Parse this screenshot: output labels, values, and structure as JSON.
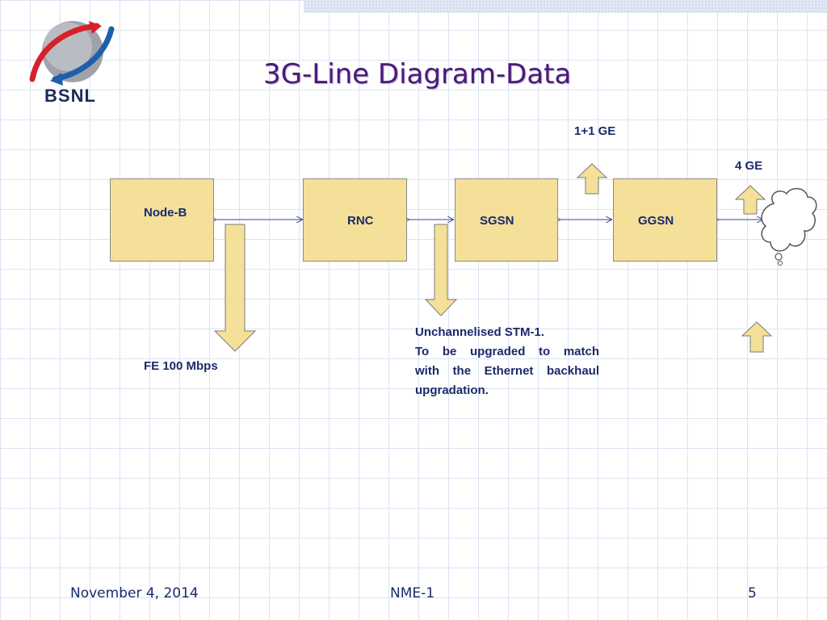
{
  "slide": {
    "title": "3G-Line Diagram-Data",
    "logo_text": "BSNL"
  },
  "nodes": {
    "node_b": "Node-B",
    "rnc": "RNC",
    "sgsn": "SGSN",
    "ggsn": "GGSN"
  },
  "labels": {
    "ge_1plus1": "1+1 GE",
    "ge_4": "4 GE",
    "fe_100": "FE 100 Mbps"
  },
  "note": {
    "line1": "Unchannelised STM-1.",
    "line2": "To be upgraded to match",
    "line3": "with the Ethernet backhaul",
    "line4": "upgradation."
  },
  "footer": {
    "date": "November 4, 2014",
    "center": "NME-1",
    "page": "5"
  },
  "colors": {
    "node_fill": "#f5e09a",
    "title": "#4a1a7a",
    "text": "#1a2a6a"
  }
}
